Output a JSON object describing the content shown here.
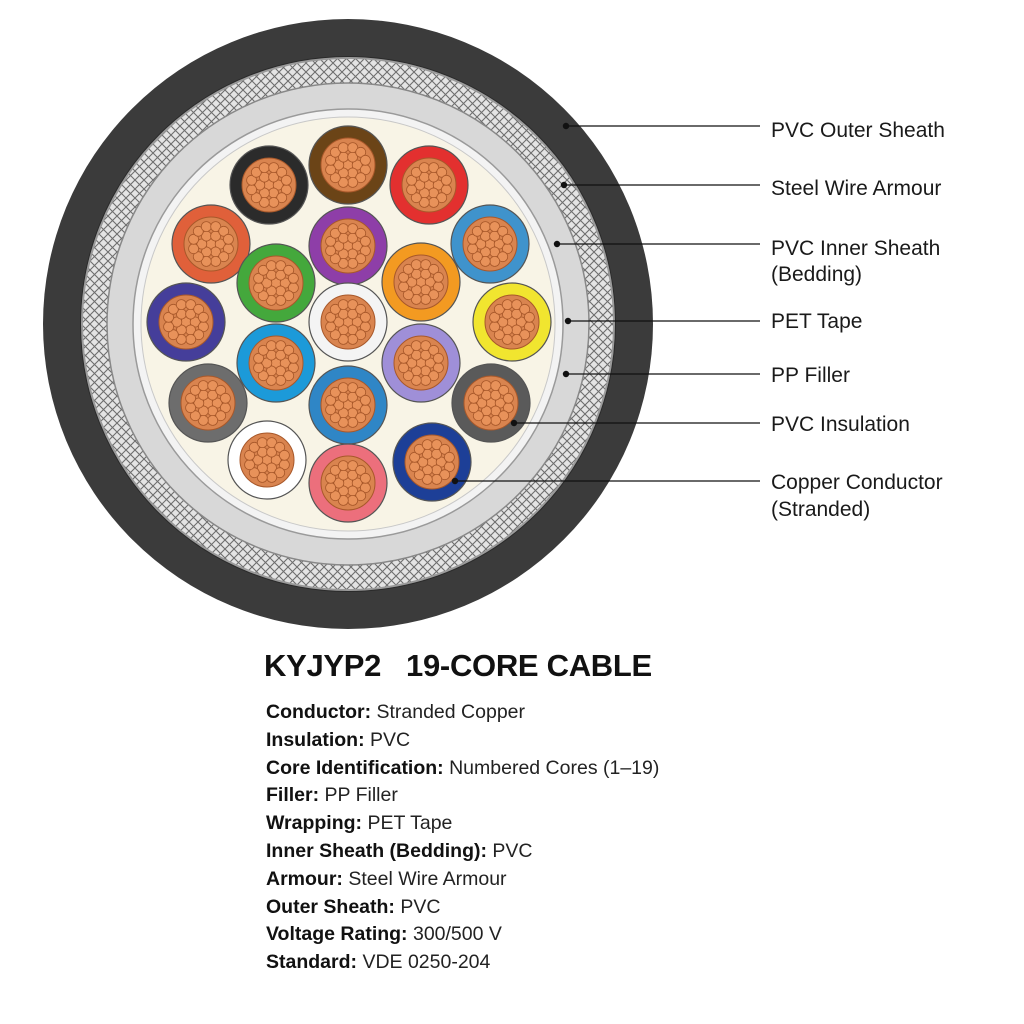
{
  "callouts": [
    {
      "id": "outer-sheath",
      "lines": [
        "PVC Outer Sheath"
      ]
    },
    {
      "id": "armour",
      "lines": [
        "Steel Wire Armour"
      ]
    },
    {
      "id": "inner-sheath",
      "lines": [
        "PVC Inner Sheath",
        "(Bedding)"
      ]
    },
    {
      "id": "pet-tape",
      "lines": [
        "PET Tape"
      ]
    },
    {
      "id": "pp-filler",
      "lines": [
        "PP Filler"
      ]
    },
    {
      "id": "insulation",
      "lines": [
        "PVC Insulation"
      ]
    },
    {
      "id": "conductor",
      "lines": [
        "Copper Conductor",
        "(Stranded)"
      ]
    }
  ],
  "title": "KYJYP2   19-CORE CABLE",
  "specs": [
    {
      "label": "Conductor:",
      "value": "Stranded Copper"
    },
    {
      "label": "Insulation:",
      "value": "PVC"
    },
    {
      "label": "Core Identification:",
      "value": "Numbered Cores (1–19)"
    },
    {
      "label": "Filler:",
      "value": "PP Filler"
    },
    {
      "label": "Wrapping:",
      "value": "PET Tape"
    },
    {
      "label": "Inner Sheath (Bedding):",
      "value": "PVC"
    },
    {
      "label": "Armour:",
      "value": "Steel Wire Armour"
    },
    {
      "label": "Outer Sheath:",
      "value": "PVC"
    },
    {
      "label": "Voltage Rating:",
      "value": "300/500 V"
    },
    {
      "label": "Standard:",
      "value": "VDE 0250-204"
    }
  ],
  "colors": {
    "outer_sheath": "#3b3b3b",
    "armour_base": "#d6d6d6",
    "inner_sheath": "#d8d8d8",
    "pet_tape": "#f1f1f1",
    "pp_filler": "#f8f4e6",
    "copper": "#e8925a",
    "copper_edge": "#a8582a",
    "core_insulation": [
      "#2b2b2b",
      "#6b4417",
      "#e3302f",
      "#e0603a",
      "#8e3ea8",
      "#f39a21",
      "#3f93cc",
      "#44a83c",
      "#453e9a",
      "#f4f4f4",
      "#f1e52f",
      "#1c9ad9",
      "#9f8fd8",
      "#6d6d6d",
      "#2f86c6",
      "#5a5a5a",
      "#ffffff",
      "#ec6f7c",
      "#1d3f97"
    ]
  }
}
